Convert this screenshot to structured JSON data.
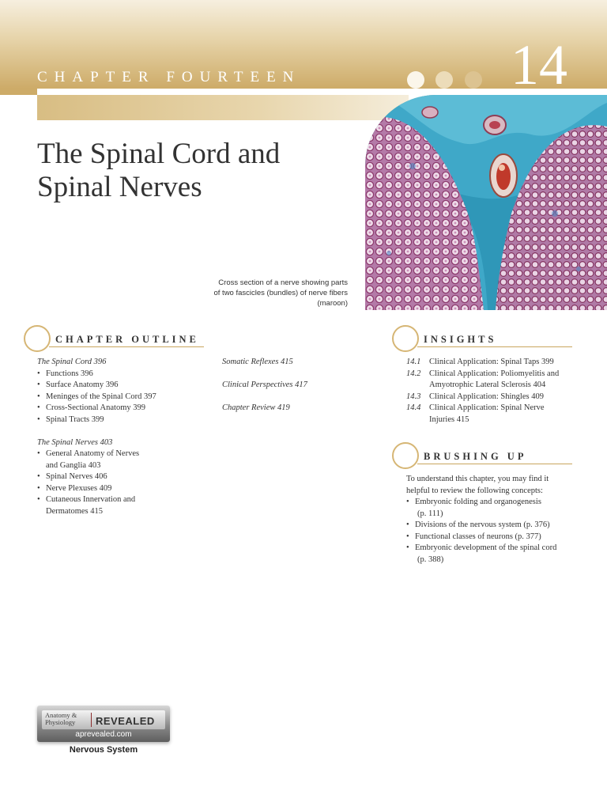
{
  "header": {
    "chapter_label": "CHAPTER FOURTEEN",
    "chapter_number": "14",
    "title_line1": "The Spinal Cord and",
    "title_line2": "Spinal Nerves"
  },
  "photo": {
    "caption": "Cross section of a nerve showing parts of two fascicles (bundles) of nerve fibers (maroon)"
  },
  "outline": {
    "heading": "CHAPTER OUTLINE",
    "col1": {
      "group1": {
        "title": "The Spinal Cord  396",
        "items": [
          "Functions  396",
          "Surface Anatomy  396",
          "Meninges of the Spinal Cord  397",
          "Cross-Sectional Anatomy  399",
          "Spinal Tracts  399"
        ]
      },
      "group2": {
        "title": "The Spinal Nerves  403",
        "items": [
          "General Anatomy of Nerves",
          "and Ganglia  403",
          "Spinal Nerves  406",
          "Nerve Plexuses  409",
          "Cutaneous Innervation and",
          "Dermatomes  415"
        ]
      }
    },
    "col2": [
      "Somatic Reflexes  415",
      "Clinical Perspectives  417",
      "Chapter Review  419"
    ]
  },
  "insights": {
    "heading": "INSIGHTS",
    "items": [
      {
        "num": "14.1",
        "line1": "Clinical Application: Spinal Taps  399",
        "line2": ""
      },
      {
        "num": "14.2",
        "line1": "Clinical Application: Poliomyelitis and",
        "line2": "Amyotrophic Lateral Sclerosis  404"
      },
      {
        "num": "14.3",
        "line1": "Clinical Application: Shingles  409",
        "line2": ""
      },
      {
        "num": "14.4",
        "line1": "Clinical Application: Spinal Nerve",
        "line2": "Injuries  415"
      }
    ]
  },
  "brushing_up": {
    "heading": "BRUSHING UP",
    "intro1": "To understand this chapter, you may find it",
    "intro2": "helpful to review the following concepts:",
    "items": [
      {
        "line1": "Embryonic folding and organogenesis",
        "line2": "(p. 111)"
      },
      {
        "line1": "Divisions of the nervous system (p. 376)",
        "line2": ""
      },
      {
        "line1": "Functional classes of neurons (p. 377)",
        "line2": ""
      },
      {
        "line1": "Embryonic development of the spinal cord",
        "line2": "(p. 388)"
      }
    ]
  },
  "logo": {
    "brand_line1": "Anatomy &",
    "brand_line2": "Physiology",
    "brand_revealed": "REVEALED",
    "url": "aprevealed.com",
    "label": "Nervous System"
  },
  "colors": {
    "gold_band": "#cdab68",
    "tissue_blue": "#3fa8c8",
    "fiber_pink": "#d3a6c8",
    "vessel_red": "#c0392b"
  }
}
